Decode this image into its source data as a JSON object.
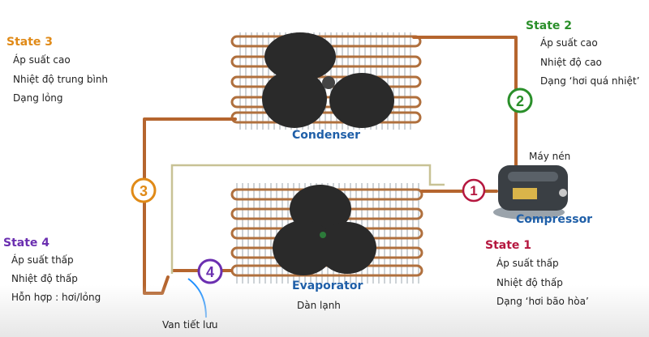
{
  "colors": {
    "pipe": "#b5652e",
    "coil": "#b0703e",
    "fins": "#aeb6bc",
    "fan": "#2a2a2a",
    "accent_state1": "#b5173f",
    "accent_state2": "#2a8f2a",
    "accent_state3": "#e08a17",
    "accent_state4": "#6b2fb0",
    "unit_label": "#1f5fa8",
    "capillary": "#c8c295",
    "valve_pointer": "#1e90ff"
  },
  "states": {
    "s1": {
      "title": "State 1",
      "marker": "1",
      "lines": [
        "Áp suất thấp",
        "Nhiệt độ thấp",
        "Dạng ‘hơi bão hòa’"
      ]
    },
    "s2": {
      "title": "State 2",
      "marker": "2",
      "lines": [
        "Áp suất cao",
        "Nhiệt độ cao",
        "Dạng ‘hơi quá nhiệt’"
      ]
    },
    "s3": {
      "title": "State 3",
      "marker": "3",
      "lines": [
        "Áp suất cao",
        "Nhiệt độ trung bình",
        "Dạng lỏng"
      ]
    },
    "s4": {
      "title": "State 4",
      "marker": "4",
      "lines": [
        "Áp suất thấp",
        "Nhiệt độ thấp",
        "Hỗn hợp : hơi/lỏng"
      ]
    }
  },
  "components": {
    "condenser": {
      "label": "Condenser"
    },
    "evaporator": {
      "label": "Evaporator",
      "sublabel": "Dàn lạnh"
    },
    "compressor": {
      "label": "Compressor",
      "sublabel": "Máy nén"
    },
    "valve": {
      "label": "Van tiết lưu"
    }
  }
}
